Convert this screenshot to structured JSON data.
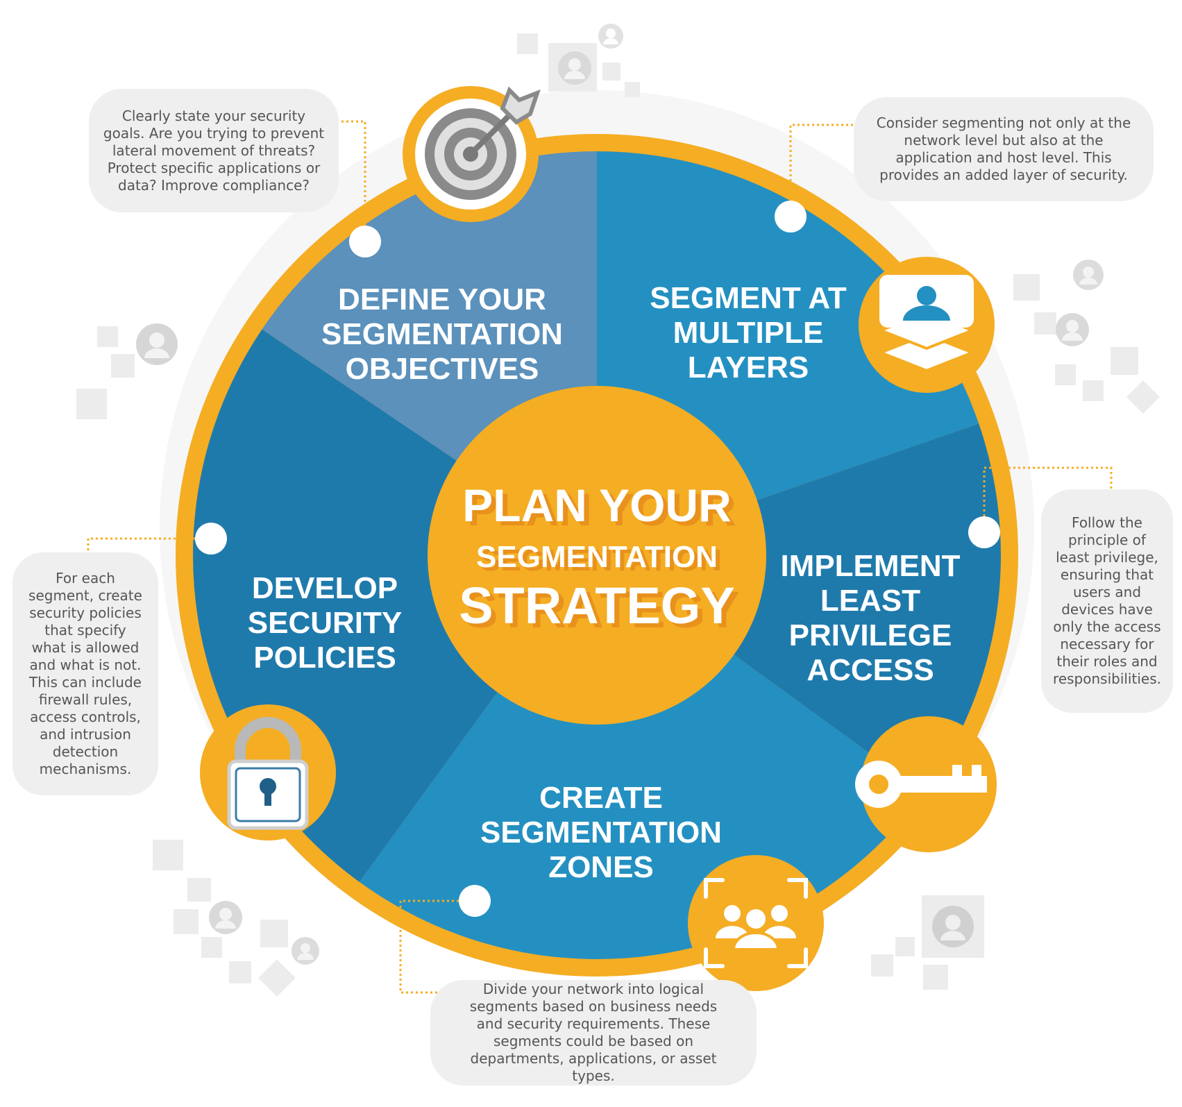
{
  "center": {
    "line1": "PLAN YOUR",
    "line2": "SEGMENTATION",
    "line3": "STRATEGY"
  },
  "segments": [
    {
      "label": [
        "DEFINE YOUR",
        "SEGMENTATION",
        "OBJECTIVES"
      ],
      "icon": "target-icon",
      "color": "#5b91bb",
      "description": "Clearly state your security goals. Are you trying to prevent lateral movement of threats? Protect specific applications or data? Improve compliance?"
    },
    {
      "label": [
        "SEGMENT AT",
        "MULTIPLE",
        "LAYERS"
      ],
      "icon": "layers-icon",
      "color": "#2490c1",
      "description": "Consider segmenting not only at the network level but also at the application and host level. This provides an added layer of security."
    },
    {
      "label": [
        "IMPLEMENT",
        "LEAST",
        "PRIVILEGE",
        "ACCESS"
      ],
      "icon": "key-icon",
      "color": "#1f7aac",
      "description": "Follow the principle of least privilege, ensuring that users and devices have only the access necessary for their roles and responsibilities."
    },
    {
      "label": [
        "CREATE",
        "SEGMENTATION",
        "ZONES"
      ],
      "icon": "group-icon",
      "color": "#2490c1",
      "description": "Divide your network into logical segments based on business needs and security requirements. These segments could be based on departments, applications, or asset types."
    },
    {
      "label": [
        "DEVELOP",
        "SECURITY",
        "POLICIES"
      ],
      "icon": "lock-icon",
      "color": "#1f7aac",
      "description": "For each segment, create security policies that specify what is allowed and what is not. This can include firewall rules, access controls, and intrusion detection mechanisms."
    }
  ],
  "colors": {
    "accent": "#f5ad23",
    "accent_shadow": "#e8911c",
    "callout_bg": "#efefef",
    "callout_text": "#555555",
    "connector": "#f5ad23",
    "decor": "#ececec"
  }
}
